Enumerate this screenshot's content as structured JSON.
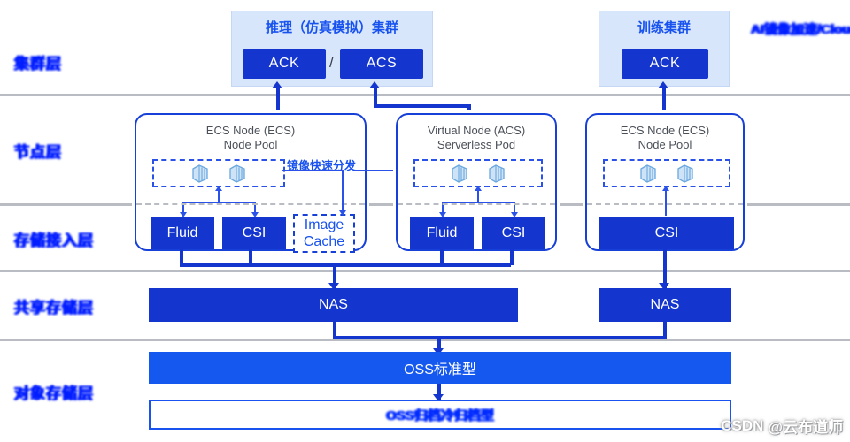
{
  "layers": [
    {
      "label": "集群层",
      "name": "cluster-layer"
    },
    {
      "label": "节点层",
      "name": "node-layer"
    },
    {
      "label": "存储接入层",
      "name": "storage-access-layer"
    },
    {
      "label": "共享存储层",
      "name": "shared-storage-layer"
    },
    {
      "label": "对象存储层",
      "name": "object-storage-layer"
    }
  ],
  "top_right_note": "AI镜像加速/Cloud",
  "clusters": {
    "inference": {
      "title": "推理（仿真模拟）集群",
      "ack": "ACK",
      "acs": "ACS",
      "separator": "/"
    },
    "training": {
      "title": "训练集群",
      "ack": "ACK"
    }
  },
  "nodes": [
    {
      "title_line1": "ECS Node (ECS)",
      "title_line2": "Node Pool",
      "pods": [
        "pod-icon",
        "pod-icon"
      ],
      "services": [
        "Fluid",
        "CSI"
      ],
      "image_cache": {
        "line1": "Image",
        "line2": "Cache"
      }
    },
    {
      "title_line1": "Virtual Node (ACS)",
      "title_line2": "Serverless Pod",
      "pods": [
        "pod-icon",
        "pod-icon"
      ],
      "services": [
        "Fluid",
        "CSI"
      ],
      "image_cache": null
    },
    {
      "title_line1": "ECS Node (ECS)",
      "title_line2": "Node Pool",
      "pods": [
        "pod-icon",
        "pod-icon"
      ],
      "services": [
        "CSI"
      ],
      "image_cache": null
    }
  ],
  "distribution_label": "镜像快速分发",
  "storage": {
    "nas_left": "NAS",
    "nas_right": "NAS",
    "oss": "OSS标准型",
    "oss_archive": "OSS归档冷归档型"
  },
  "watermark": {
    "brand": "CSDN",
    "account": "@云布道师"
  },
  "colors": {
    "primary_blue": "#1436cf",
    "accent_blue": "#1852ef",
    "oss_blue": "#1558f0",
    "cluster_bg": "#d8e6fb",
    "divider_gray": "#b9bcc2",
    "node_border": "#1640d8"
  }
}
